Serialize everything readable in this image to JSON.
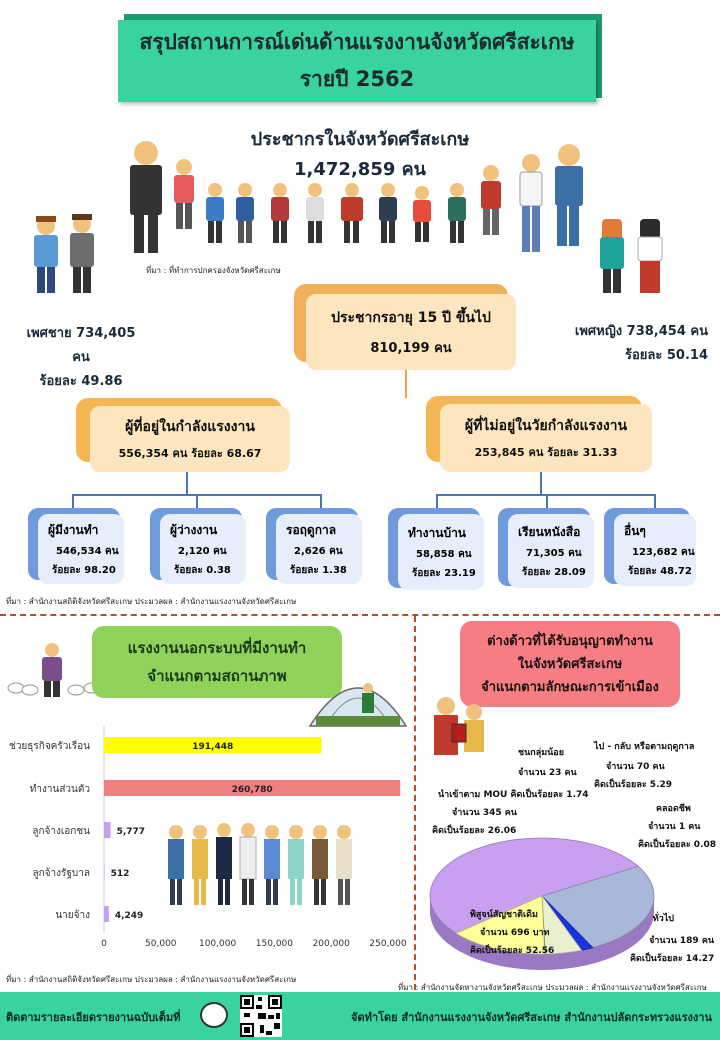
{
  "banner": {
    "line1": "สรุปสถานการณ์เด่นด้านแรงงานจังหวัดศรีสะเกษ",
    "line2": "รายปี 2562"
  },
  "population": {
    "title": "ประชากรในจังหวัดศรีสะเกษ",
    "value": "1,472,859 คน",
    "source": "ที่มา : ที่ทำการปกครองจังหวัดศรีสะเกษ"
  },
  "male": {
    "line1": "เพศชาย 734,405 คน",
    "line2": "ร้อยละ 49.86"
  },
  "female": {
    "line1": "เพศหญิง 738,454 คน",
    "line2": "ร้อยละ 50.14"
  },
  "age15": {
    "label": "ประชากรอายุ 15 ปี ขึ้นไป",
    "value": "810,199 คน"
  },
  "labor_force": {
    "label": "ผู้ที่อยู่ในกำลังแรงงาน",
    "value": "556,354 คน ร้อยละ 68.67"
  },
  "not_labor_force": {
    "label": "ผู้ที่ไม่อยู่ในวัยกำลังแรงงาน",
    "value": "253,845 คน ร้อยละ 31.33"
  },
  "sub": [
    {
      "label": "ผู้มีงานทำ",
      "count": "546,534 คน",
      "pct": "ร้อยละ 98.20"
    },
    {
      "label": "ผู้ว่างงาน",
      "count": "2,120 คน",
      "pct": "ร้อยละ 0.38"
    },
    {
      "label": "รอฤดูกาล",
      "count": "2,626 คน",
      "pct": "ร้อยละ 1.38"
    },
    {
      "label": "ทำงานบ้าน",
      "count": "58,858 คน",
      "pct": "ร้อยละ 23.19"
    },
    {
      "label": "เรียนหนังสือ",
      "count": "71,305 คน",
      "pct": "ร้อยละ 28.09"
    },
    {
      "label": "อื่นๆ",
      "count": "123,682 คน",
      "pct": "ร้อยละ 48.72"
    }
  ],
  "labor_source": "ที่มา : สำนักงานสถิติจังหวัดศรีสะเกษ   ประมวลผล : สำนักงานแรงงานจังหวัดศรีสะเกษ",
  "informal": {
    "line1": "แรงงานนอกระบบที่มีงานทำ",
    "line2": "จำแนกตามสถานภาพ",
    "source": "ที่มา : สำนักงานสถิติจังหวัดศรีสะเกษ   ประมวลผล : สำนักงานแรงงานจังหวัดศรีสะเกษ"
  },
  "foreign": {
    "line1": "ต่างด้าวที่ได้รับอนุญาตทำงาน",
    "line2": "ในจังหวัดศรีสะเกษ",
    "line3": "จำแนกตามลักษณะการเข้าเมือง",
    "source": "ที่มา : สำนักงานจัดหางานจังหวัดศรีสะเกษ   ประมวลผล : สำนักงานแรงงานจังหวัดศรีสะเกษ"
  },
  "pie_labels": {
    "l1a": "ชนกลุ่มน้อย",
    "l1b": "จำนวน 23 คน",
    "l2a": "ไป - กลับ หรือตามฤดูกาล",
    "l2b": "จำนวน 70 คน",
    "l2c": "คิดเป็นร้อยละ 5.29",
    "l3a": "นำเข้าตาม MOU คิดเป็นร้อยละ 1.74",
    "l3b": "จำนวน 345 คน",
    "l3c": "คิดเป็นร้อยละ 26.06",
    "l4a": "คลอดชีพ",
    "l4b": "จำนวน 1 คน",
    "l4c": "คิดเป็นร้อยละ 0.08",
    "l5a": "พิสูจน์สัญชาติเดิม",
    "l5b": "จำนวน 696 บาท",
    "l5c": "คิดเป็นร้อยละ 52.56",
    "l6a": "ทั่วไป",
    "l6b": "จำนวน 189 คน",
    "l6c": "คิดเป็นร้อยละ 14.27"
  },
  "footer": {
    "left": "ติดตามรายละเอียดรายงานฉบับเต็มที่",
    "right": "จัดทำโดย สำนักงานแรงงานจังหวัดศรีสะเกษ สำนักงานปลัดกระทรวงแรงงาน"
  },
  "colors": {
    "banner": "#38d39f",
    "bar_yellow": "#ffff00",
    "bar_pink": "#f08080",
    "bar_purple": "#c8a0f0"
  },
  "chart_data": {
    "type": "bar",
    "orientation": "horizontal",
    "categories": [
      "ช่วยธุรกิจครัวเรือน",
      "ทำงานส่วนตัว",
      "ลูกจ้างเอกชน",
      "ลูกจ้างรัฐบาล",
      "นายจ้าง"
    ],
    "values": [
      191448,
      260780,
      5777,
      512,
      4249
    ],
    "value_labels": [
      "191,448",
      "260,780",
      "5,777",
      "512",
      "4,249"
    ],
    "xlim": [
      0,
      250000
    ],
    "xticks": [
      "0",
      "50,000",
      "100,000",
      "150,000",
      "200,000",
      "250,000"
    ],
    "colors": [
      "#ffff00",
      "#f08080",
      "#c8a0f0",
      "#c8a0f0",
      "#c8a0f0"
    ],
    "grid": false
  },
  "pie_data": {
    "type": "pie",
    "slices": [
      {
        "value": 52.56,
        "color": "#c9a0f0"
      },
      {
        "value": 26.06,
        "color": "#a9b8d8"
      },
      {
        "value": 1.74,
        "color": "#1a33e0"
      },
      {
        "value": 5.29,
        "color": "#e8f0d0"
      },
      {
        "value": 0.08,
        "color": "#6e8b3d"
      },
      {
        "value": 14.27,
        "color": "#ffff99"
      }
    ]
  }
}
